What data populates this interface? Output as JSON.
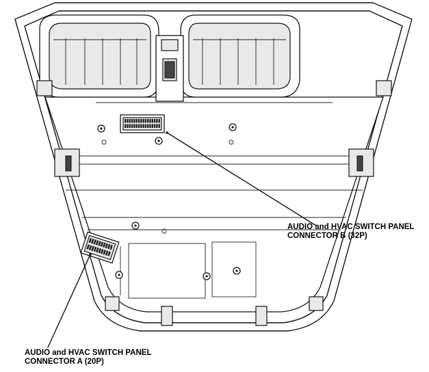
{
  "callouts": {
    "connector_b": {
      "line1": "AUDIO and HVAC SWITCH PANEL",
      "line2": "CONNECTOR B (32P)"
    },
    "connector_a": {
      "line1": "AUDIO and HVAC SWITCH PANEL",
      "line2": "CONNECTOR A (20P)"
    }
  }
}
